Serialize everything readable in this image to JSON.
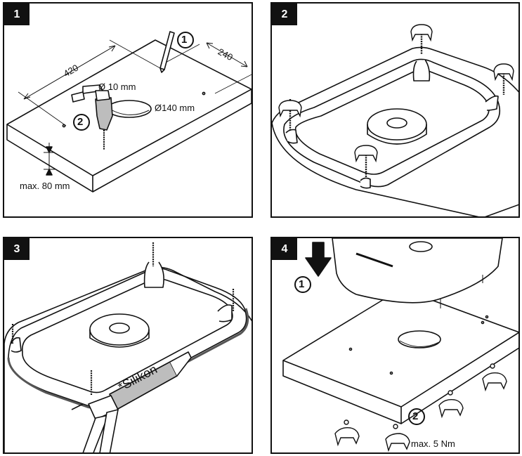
{
  "panels": [
    {
      "number": "1",
      "labels": {
        "dim_length": "420",
        "dim_width": "240",
        "hole_small": "Ø 10 mm",
        "hole_large": "Ø140 mm",
        "max_thickness": "max. 80 mm",
        "step_mark_1": "1",
        "step_mark_2": "2"
      }
    },
    {
      "number": "2"
    },
    {
      "number": "3",
      "labels": {
        "cartridge": "*Silikon"
      }
    },
    {
      "number": "4",
      "labels": {
        "step_mark_1": "1",
        "step_mark_2": "2",
        "torque": "max. 5 Nm"
      }
    }
  ],
  "colors": {
    "line": "#111111",
    "shade": "#bdbdbd",
    "fill": "#ffffff"
  }
}
